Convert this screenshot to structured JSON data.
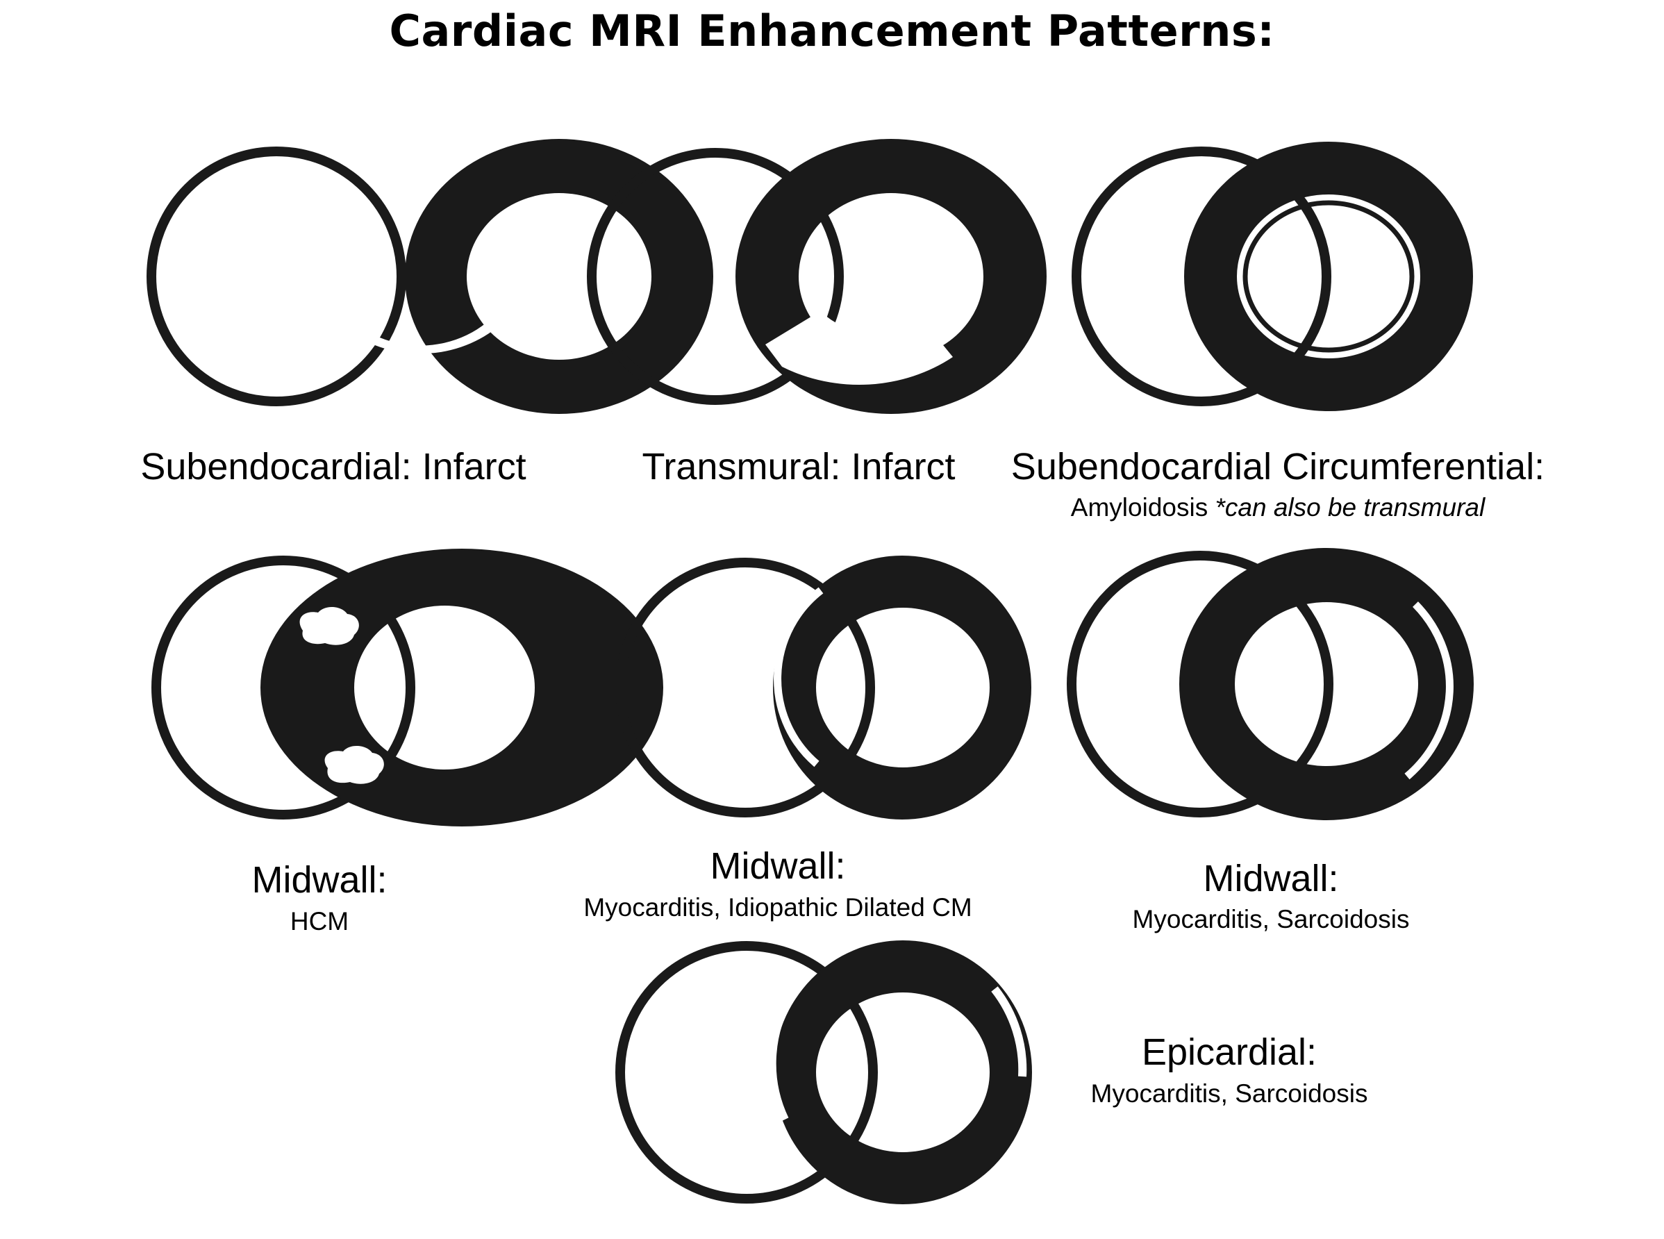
{
  "title": "Cardiac MRI Enhancement Patterns:",
  "patterns": [
    {
      "name": "Subendocardial: Infarct",
      "subtitle": "",
      "note": ""
    },
    {
      "name": "Transmural: Infarct",
      "subtitle": "",
      "note": ""
    },
    {
      "name": "Subendocardial Circumferential:",
      "subtitle": "Amyloidosis ",
      "note": "*can also be transmural"
    },
    {
      "name": "Midwall:",
      "subtitle": "HCM",
      "note": ""
    },
    {
      "name": "Midwall:",
      "subtitle": "Myocarditis, Idiopathic Dilated CM",
      "note": ""
    },
    {
      "name": "Midwall:",
      "subtitle": "Myocarditis, Sarcoidosis",
      "note": ""
    },
    {
      "name": "Epicardial:",
      "subtitle": "Myocarditis, Sarcoidosis",
      "note": ""
    }
  ],
  "colors": {
    "myocardium": "#1a1a1a",
    "enhancement": "#ffffff",
    "background": "#ffffff"
  }
}
